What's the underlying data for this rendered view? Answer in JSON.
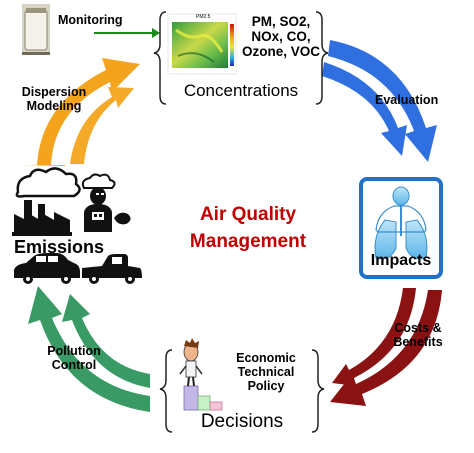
{
  "title_line1": "Air Quality",
  "title_line2": "Management",
  "monitoring": "Monitoring",
  "dispersion_modeling_line1": "Dispersion",
  "dispersion_modeling_line2": "Modeling",
  "concentrations": "Concentrations",
  "pollutants_line1": "PM, SO2,",
  "pollutants_line2": "NOx, CO,",
  "pollutants_line3": "Ozone, VOC",
  "evaluation": "Evaluation",
  "impacts": "Impacts",
  "costs_benefits_line1": "Costs &",
  "costs_benefits_line2": "Benefits",
  "decision_factors_line1": "Economic",
  "decision_factors_line2": "Technical",
  "decision_factors_line3": "Policy",
  "decisions": "Decisions",
  "pollution_control_line1": "Pollution",
  "pollution_control_line2": "Control",
  "emissions": "Emissions",
  "map_title": "PM2.5",
  "colors": {
    "title_red": "#c00000",
    "arrow_orange": "#f4a41c",
    "arrow_blue": "#2f6fe0",
    "arrow_darkred": "#8b1212",
    "arrow_green": "#3a9a66",
    "impacts_border": "#1f72c7"
  }
}
